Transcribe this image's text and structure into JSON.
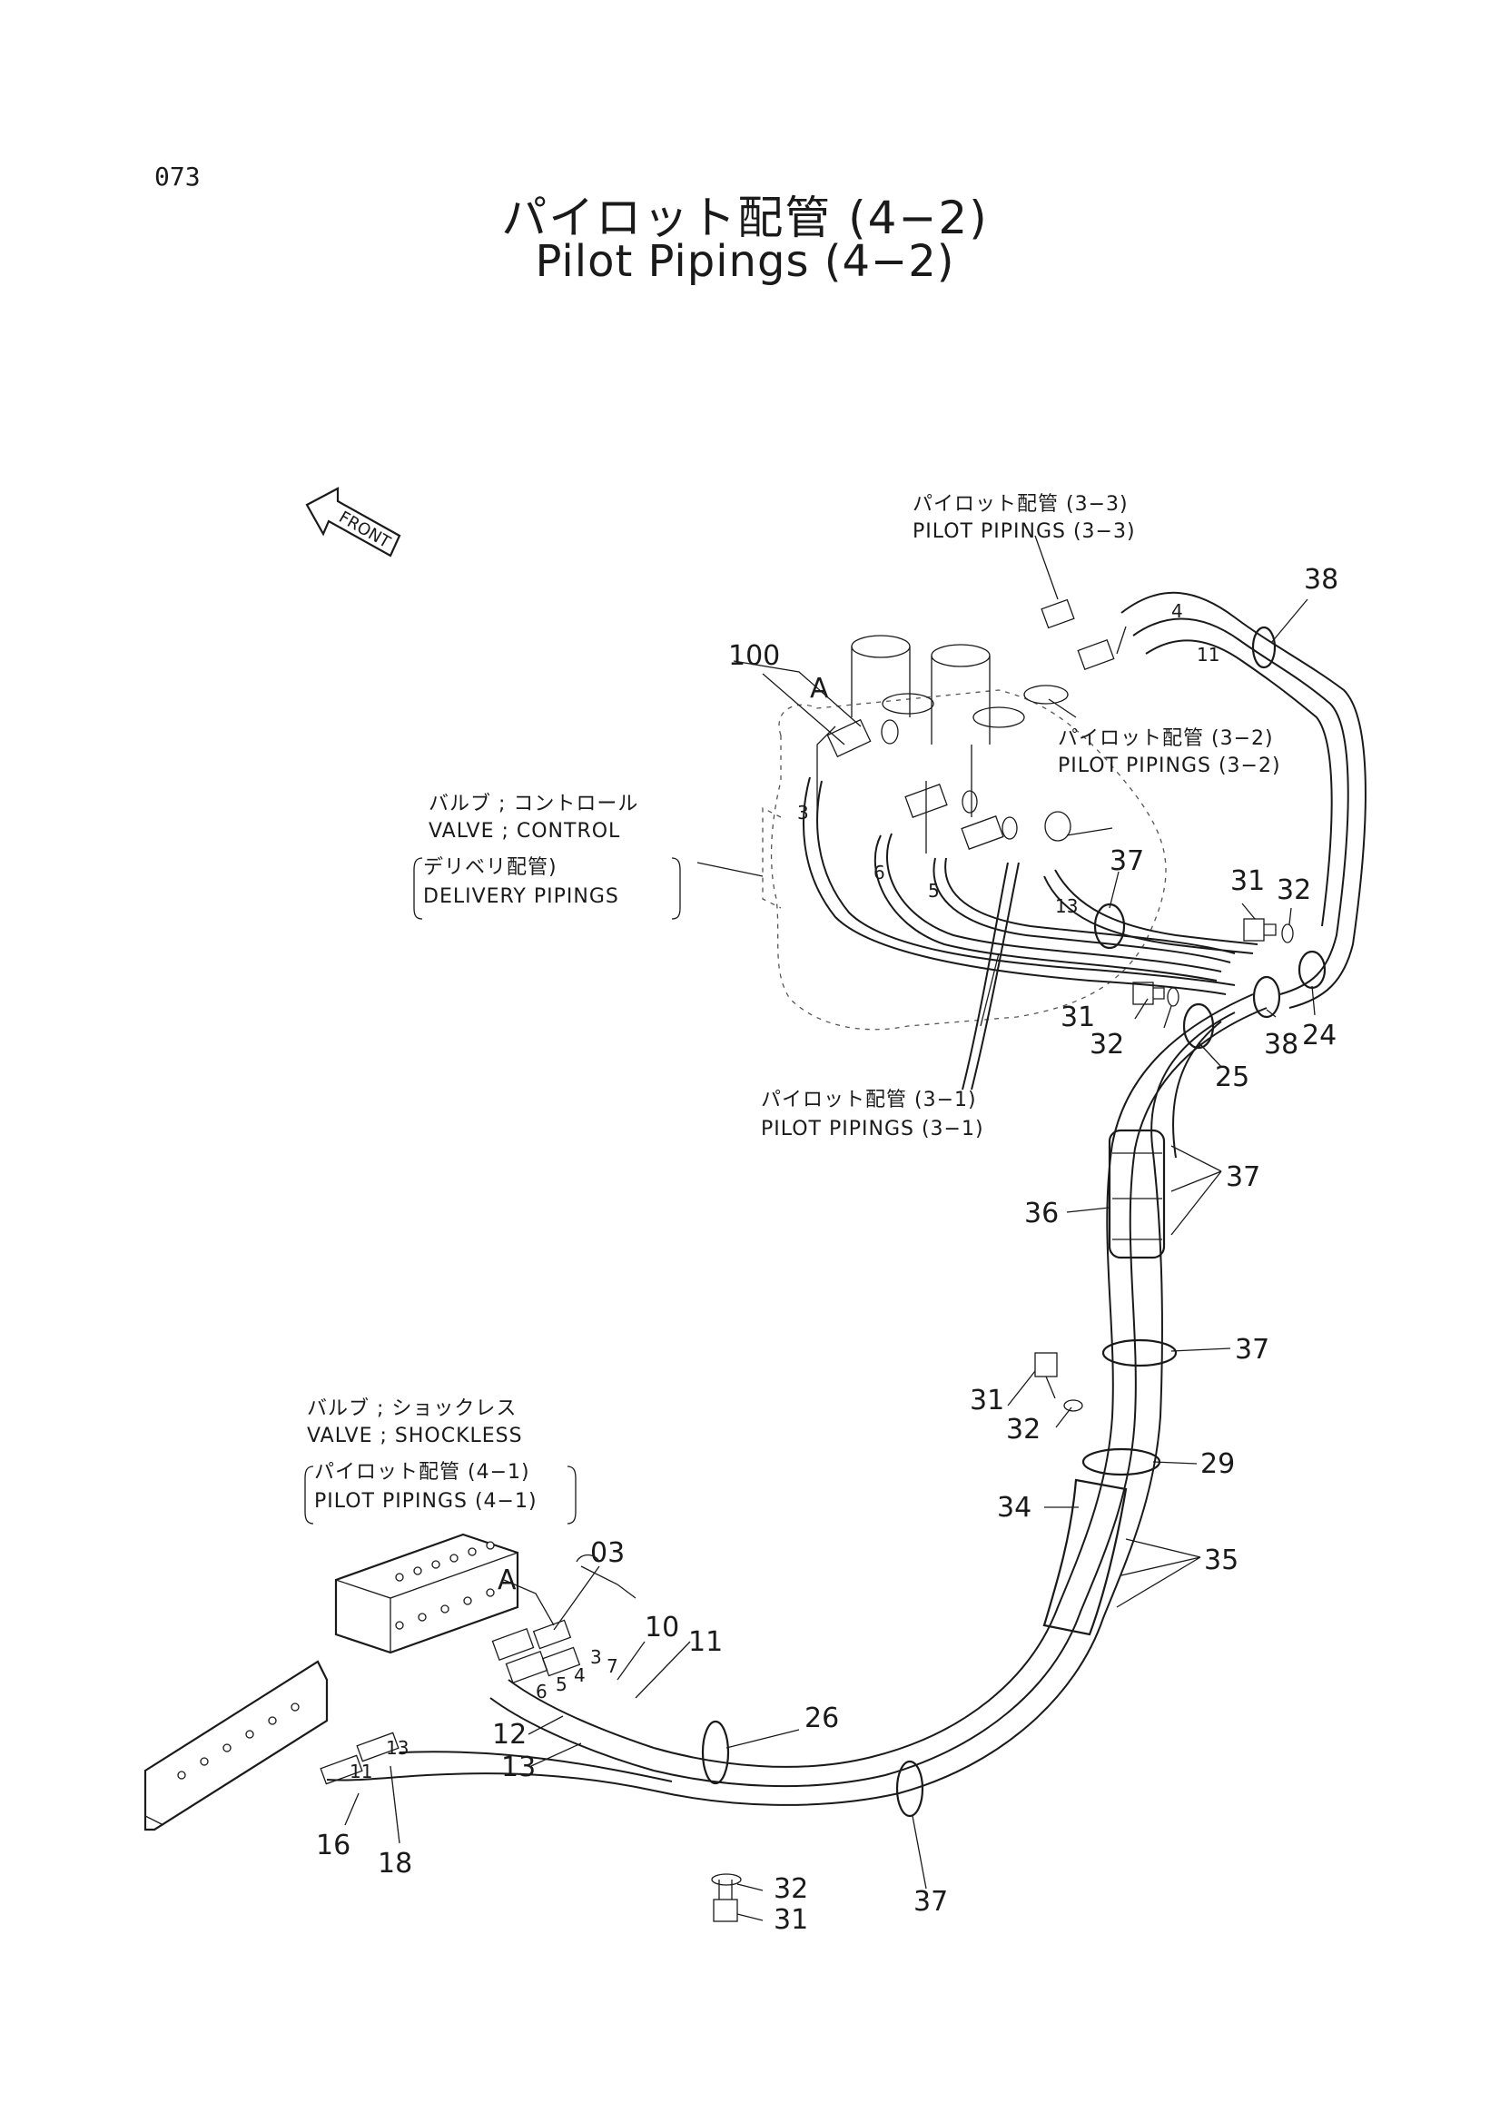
{
  "page_number": "073",
  "title_jp": "パイロット配管 (4−2)",
  "title_en": "Pilot Pipings (4−2)",
  "front_label": "FRONT",
  "notes": {
    "pp33_jp": "パイロット配管 (3−3)",
    "pp33_en": "PILOT  PIPINGS (3−3)",
    "pp32_jp": "パイロット配管 (3−2)",
    "pp32_en": "PILOT  PIPINGS (3−2)",
    "pp31_jp": "パイロット配管 (3−1)",
    "pp31_en": "PILOT  PIPINGS (3−1)",
    "valve_control_jp": "バルブ ; コントロール",
    "valve_control_en": "VALVE ; CONTROL",
    "delivery_jp": "デリベリ配管)",
    "delivery_en": "DELIVERY  PIPINGS",
    "valve_shockless_jp": "バルブ ; ショックレス",
    "valve_shockless_en": "VALVE ; SHOCKLESS",
    "pp41_jp": "パイロット配管 (4−1)",
    "pp41_en": "PILOT  PIPINGS (4−1)"
  },
  "callouts": {
    "c100": "100",
    "cA_top": "A",
    "c38_top": "38",
    "c37_top": "37",
    "c31_a": "31",
    "c32_a": "32",
    "c31_b": "31",
    "c32_b": "32",
    "c24": "24",
    "c38_mid": "38",
    "c25": "25",
    "c37_b": "37",
    "c36": "36",
    "c37_c": "37",
    "c31_c": "31",
    "c32_c": "32",
    "c29": "29",
    "c34": "34",
    "c35": "35",
    "c03": "03",
    "cA_bot": "A",
    "c10": "10",
    "c11": "11",
    "c12": "12",
    "c13": "13",
    "c26": "26",
    "c16": "16",
    "c18": "18",
    "c32_d": "32",
    "c31_d": "31",
    "c37_d": "37"
  },
  "hose_marks": {
    "m3_top": "3",
    "m6": "6",
    "m5": "5",
    "m13_top": "13",
    "m4": "4",
    "m11_top": "11",
    "m3_bot": "3",
    "m7": "7",
    "m6_bot": "6",
    "m5_bot": "5",
    "m4_bot": "4",
    "m13_bot": "13",
    "m11_bot": "11"
  }
}
